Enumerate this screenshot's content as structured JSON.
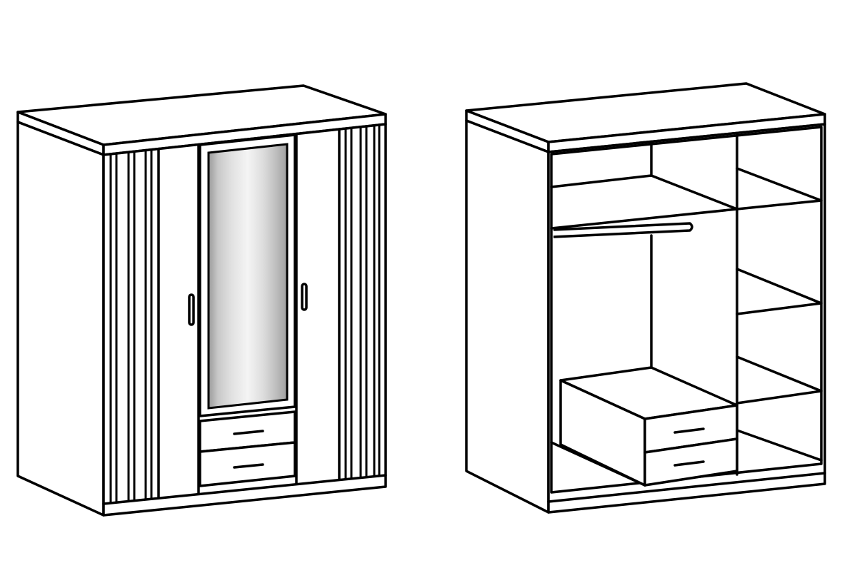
{
  "colors": {
    "stroke": "#000000",
    "background": "#ffffff",
    "mirror_light": "#f2f2f2",
    "mirror_mid": "#d0d0d0",
    "mirror_dark": "#a8a8a8"
  },
  "figures": [
    {
      "view": "closed-wardrobe",
      "doors": 4,
      "drawers": 2,
      "mirror": true
    },
    {
      "view": "open-wardrobe-interior",
      "drawers": 2,
      "shelves_right": 4,
      "hanging_rail": true
    }
  ]
}
